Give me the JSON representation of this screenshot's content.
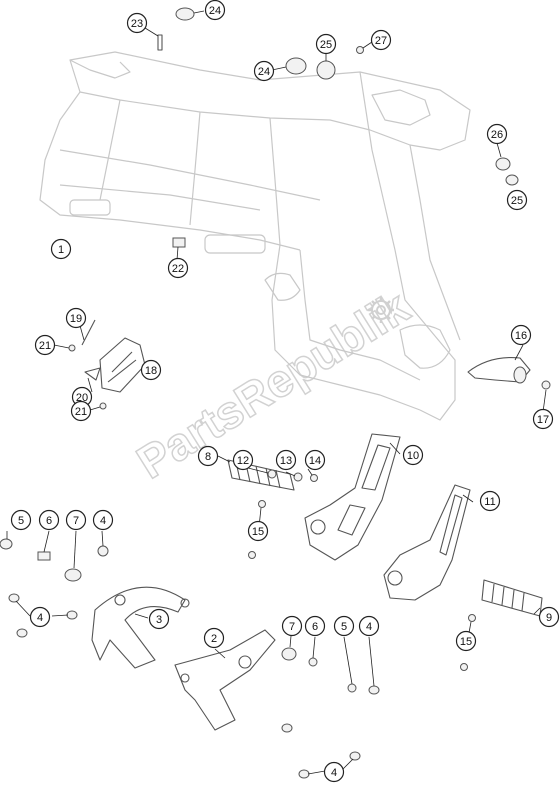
{
  "watermark": "PartsRepublik",
  "callouts": [
    {
      "id": "c23",
      "label": "23"
    },
    {
      "id": "c24a",
      "label": "24"
    },
    {
      "id": "c25a",
      "label": "25"
    },
    {
      "id": "c27",
      "label": "27"
    },
    {
      "id": "c24b",
      "label": "24"
    },
    {
      "id": "c26",
      "label": "26"
    },
    {
      "id": "c25b",
      "label": "25"
    },
    {
      "id": "c1",
      "label": "1"
    },
    {
      "id": "c22",
      "label": "22"
    },
    {
      "id": "c19",
      "label": "19"
    },
    {
      "id": "c21a",
      "label": "21"
    },
    {
      "id": "c18",
      "label": "18"
    },
    {
      "id": "c20",
      "label": "20"
    },
    {
      "id": "c21b",
      "label": "21"
    },
    {
      "id": "c16",
      "label": "16"
    },
    {
      "id": "c17",
      "label": "17"
    },
    {
      "id": "c12",
      "label": "12"
    },
    {
      "id": "c13",
      "label": "13"
    },
    {
      "id": "c14",
      "label": "14"
    },
    {
      "id": "c8",
      "label": "8"
    },
    {
      "id": "c10",
      "label": "10"
    },
    {
      "id": "c11",
      "label": "11"
    },
    {
      "id": "c15a",
      "label": "15"
    },
    {
      "id": "c5a",
      "label": "5"
    },
    {
      "id": "c6a",
      "label": "6"
    },
    {
      "id": "c7a",
      "label": "7"
    },
    {
      "id": "c4a",
      "label": "4"
    },
    {
      "id": "c4b",
      "label": "4"
    },
    {
      "id": "c3",
      "label": "3"
    },
    {
      "id": "c9",
      "label": "9"
    },
    {
      "id": "c15b",
      "label": "15"
    },
    {
      "id": "c2",
      "label": "2"
    },
    {
      "id": "c7b",
      "label": "7"
    },
    {
      "id": "c6b",
      "label": "6"
    },
    {
      "id": "c5b",
      "label": "5"
    },
    {
      "id": "c4c",
      "label": "4"
    },
    {
      "id": "c4d",
      "label": "4"
    }
  ]
}
